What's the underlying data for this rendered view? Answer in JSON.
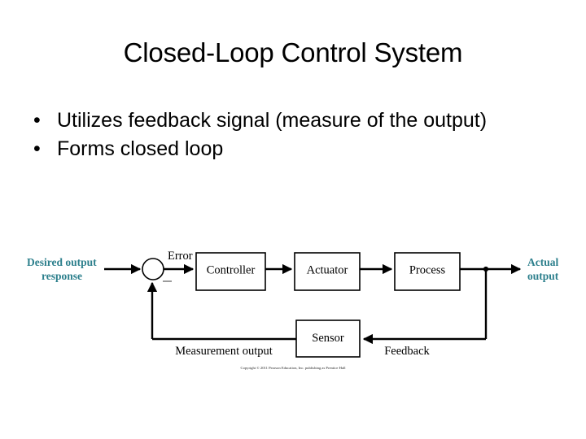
{
  "slide": {
    "title": "Closed-Loop Control System",
    "bullet_marker": "•",
    "bullets": [
      "Utilizes feedback signal (measure of the output)",
      "Forms closed loop"
    ]
  },
  "diagram": {
    "type": "block-diagram",
    "accent_color": "#2c7f8c",
    "line_color": "#000000",
    "blocks": [
      {
        "id": "controller",
        "label": "Controller"
      },
      {
        "id": "actuator",
        "label": "Actuator"
      },
      {
        "id": "process",
        "label": "Process"
      },
      {
        "id": "sensor",
        "label": "Sensor"
      }
    ],
    "signals": [
      {
        "id": "desired-output-response",
        "label": "Desired output",
        "label_line2": "response",
        "color": "#2c7f8c"
      },
      {
        "id": "error",
        "label": "Error",
        "color": "#000000"
      },
      {
        "id": "actual-output",
        "label": "Actual",
        "label_line2": "output",
        "color": "#2c7f8c"
      },
      {
        "id": "measurement-output",
        "label": "Measurement output",
        "color": "#000000"
      },
      {
        "id": "feedback",
        "label": "Feedback",
        "color": "#000000"
      }
    ],
    "summing_junction": {
      "id": "summing-junction",
      "negative_sign": "–"
    },
    "copyright": "Copyright © 2011 Pearson Education, Inc. publishing as Prentice Hall"
  }
}
